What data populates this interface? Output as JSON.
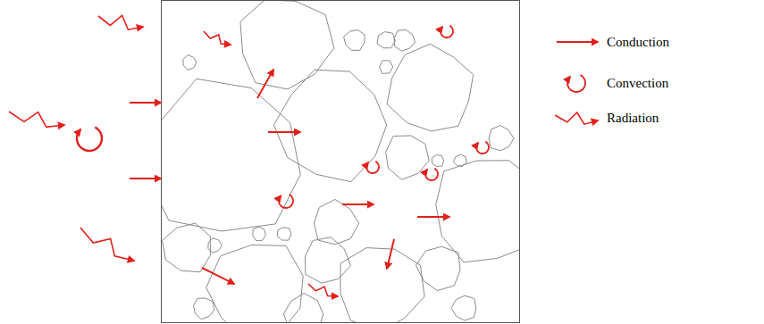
{
  "diagram": {
    "legend": [
      {
        "text": "Conduction"
      },
      {
        "text": "Convection"
      },
      {
        "text": "Radiation"
      }
    ]
  }
}
